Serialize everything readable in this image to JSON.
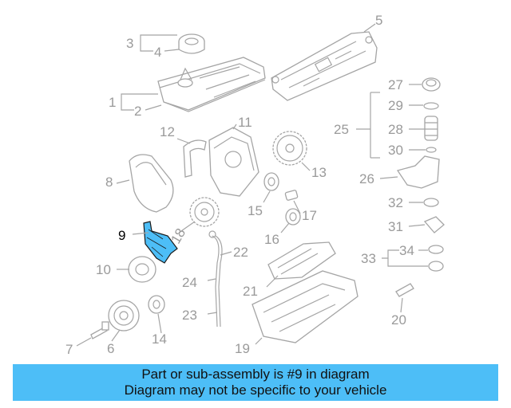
{
  "diagram": {
    "highlight_color": "#4dbef7",
    "highlight_part": "9",
    "callouts": [
      {
        "id": "c1",
        "label": "1"
      },
      {
        "id": "c2",
        "label": "2"
      },
      {
        "id": "c3",
        "label": "3"
      },
      {
        "id": "c4",
        "label": "4"
      },
      {
        "id": "c5",
        "label": "5"
      },
      {
        "id": "c6",
        "label": "6"
      },
      {
        "id": "c7",
        "label": "7"
      },
      {
        "id": "c8",
        "label": "8"
      },
      {
        "id": "c9",
        "label": "9"
      },
      {
        "id": "c10",
        "label": "10"
      },
      {
        "id": "c11",
        "label": "11"
      },
      {
        "id": "c12",
        "label": "12"
      },
      {
        "id": "c13",
        "label": "13"
      },
      {
        "id": "c14",
        "label": "14"
      },
      {
        "id": "c15",
        "label": "15"
      },
      {
        "id": "c16",
        "label": "16"
      },
      {
        "id": "c17",
        "label": "17"
      },
      {
        "id": "c18",
        "label": "18"
      },
      {
        "id": "c19",
        "label": "19"
      },
      {
        "id": "c20",
        "label": "20"
      },
      {
        "id": "c21",
        "label": "21"
      },
      {
        "id": "c22",
        "label": "22"
      },
      {
        "id": "c23",
        "label": "23"
      },
      {
        "id": "c24",
        "label": "24"
      },
      {
        "id": "c25",
        "label": "25"
      },
      {
        "id": "c26",
        "label": "26"
      },
      {
        "id": "c27",
        "label": "27"
      },
      {
        "id": "c28",
        "label": "28"
      },
      {
        "id": "c29",
        "label": "29"
      },
      {
        "id": "c30",
        "label": "30"
      },
      {
        "id": "c31",
        "label": "31"
      },
      {
        "id": "c32",
        "label": "32"
      },
      {
        "id": "c33",
        "label": "33"
      },
      {
        "id": "c34",
        "label": "34"
      }
    ]
  },
  "banner": {
    "line1": "Part or sub-assembly is #9 in diagram",
    "line2": "Diagram may not be specific to your vehicle",
    "color": "#4dbef7"
  }
}
